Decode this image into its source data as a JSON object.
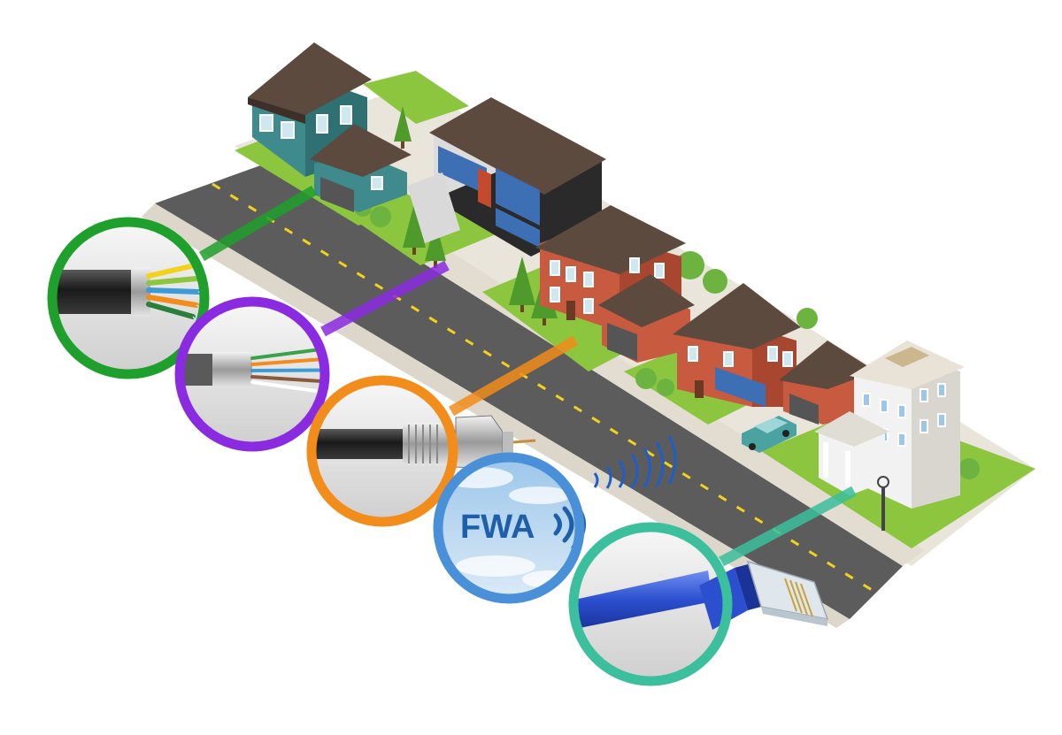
{
  "fwa_label": "FWA",
  "colors": {
    "fiber": "#1fa02c",
    "cat5": "#8a2be2",
    "coax": "#f28c1a",
    "fwa": "#4a90d9",
    "ethernet": "#3bbf9c",
    "road": "#5c5c5c",
    "sidewalk": "#e8e4da",
    "grass": "#8cc63f",
    "lane_marking": "#f2d21b"
  },
  "icons": [
    "fiber-optic-cable",
    "twisted-pair-cable",
    "coaxial-connector",
    "fwa-wireless",
    "ethernet-rj45-connector"
  ]
}
